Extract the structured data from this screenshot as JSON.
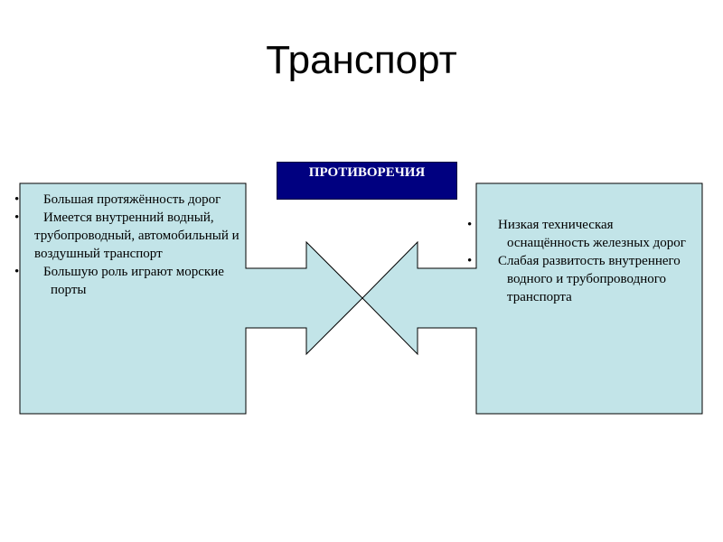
{
  "title": "Транспорт",
  "center_label": "ПРОТИВОРЕЧИЯ",
  "left_box": {
    "items": [
      "Большая протяжённость дорог",
      "Имеется внутренний водный,",
      "трубопроводный, автомобильный и воздушный транспорт",
      "Большую роль играют морские порты"
    ]
  },
  "right_box": {
    "items": [
      "Низкая техническая оснащённость железных дорог",
      "Слабая развитость внутреннего водного и трубопроводного транспорта"
    ]
  },
  "colors": {
    "box_fill": "#c2e4e8",
    "label_fill": "#000080",
    "stroke": "#000000"
  }
}
